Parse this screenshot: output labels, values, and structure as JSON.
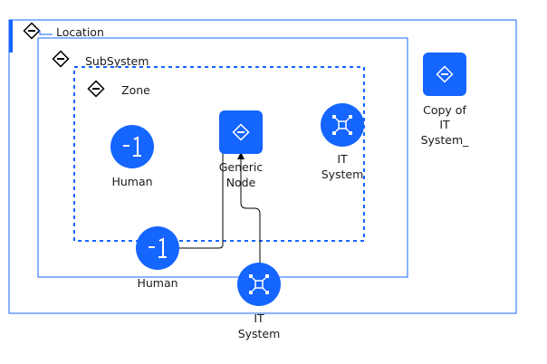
{
  "colors": {
    "accent": "#1565ff",
    "node_fill": "#1565ff",
    "edge": "#000000",
    "label": "#1a1a1a"
  },
  "containers": {
    "location": {
      "label": "Location",
      "icon": "diamond-minus-icon"
    },
    "subsystem": {
      "label": "SubSystem",
      "icon": "diamond-minus-icon"
    },
    "zone": {
      "label": "Zone",
      "icon": "diamond-minus-icon"
    }
  },
  "nodes": {
    "human_inner": {
      "type": "human",
      "icon": "human-icon",
      "label_lines": [
        "Human"
      ]
    },
    "generic_node": {
      "type": "generic",
      "icon": "diamond-minus-icon",
      "label_lines": [
        "Generic",
        "Node"
      ]
    },
    "it_system_inner": {
      "type": "it-system",
      "icon": "network-icon",
      "label_lines": [
        "IT",
        "System"
      ]
    },
    "copy_it_system": {
      "type": "generic",
      "icon": "diamond-minus-icon",
      "label_lines": [
        "Copy of",
        "IT",
        "System_"
      ]
    },
    "human_outer": {
      "type": "human",
      "icon": "human-icon",
      "label_lines": [
        "Human"
      ]
    },
    "it_system_outer": {
      "type": "it-system",
      "icon": "network-icon",
      "label_lines": [
        "IT",
        "System"
      ]
    }
  },
  "edges": [
    {
      "from": "human_outer",
      "to": "generic_node"
    },
    {
      "from": "it_system_outer",
      "to": "generic_node"
    }
  ]
}
